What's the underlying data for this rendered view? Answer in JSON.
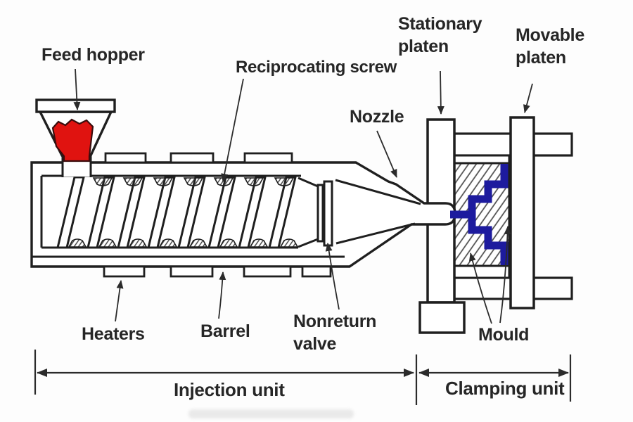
{
  "title": "Injection moulding machine diagram",
  "colors": {
    "line": "#1f1f1f",
    "text": "#262626",
    "red_material": "#e01310",
    "blue_part": "#1d1b9e"
  },
  "labels": {
    "feed_hopper": "Feed hopper",
    "reciprocating_screw": "Reciprocating screw",
    "nozzle": "Nozzle",
    "stationary_platen": "Stationary\nplaten",
    "movable_platen": "Movable\nplaten",
    "heaters": "Heaters",
    "barrel": "Barrel",
    "nonreturn_valve": "Nonreturn\nvalve",
    "mould": "Mould",
    "injection_unit": "Injection unit",
    "clamping_unit": "Clamping unit"
  }
}
